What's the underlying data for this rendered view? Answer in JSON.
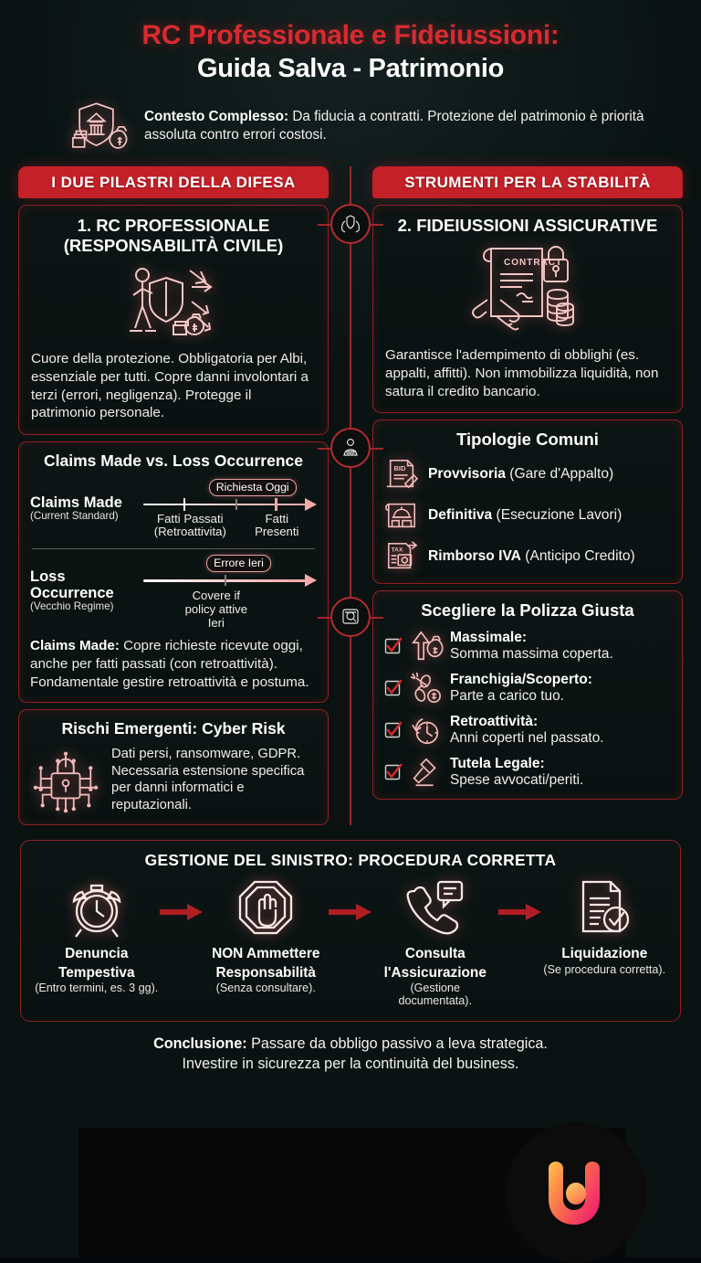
{
  "header": {
    "title_line1": "RC Professionale e Fideiussioni:",
    "title_line2": "Guida Salva - Patrimonio",
    "subhead_bold": "Contesto Complesso:",
    "subhead_rest": " Da fiducia a contratti. Protezione del patrimonio è priorità assoluta contro errori costosi.",
    "shield_icon": "shield-bank-money-icon"
  },
  "left_column": {
    "caption": "I DUE PILASTRI DELLA DIFESA",
    "pillar": {
      "title_line1": "1. RC PROFESSIONALE",
      "title_line2": "(RESPONSABILITÀ CIVILE)",
      "icon": "person-shield-arrows-icon",
      "body": "Cuore della protezione. Obbligatoria per Albi, essenziale per tutti. Copre danni involontari a terzi (errori, negligenza). Protegge il patrimonio personale."
    },
    "claims": {
      "title": "Claims Made vs. Loss Occurrence",
      "rows": [
        {
          "name": "Claims Made",
          "sub": "(Current Standard)",
          "pill": "Richiesta Oggi",
          "tick_labels": [
            "Fatti Passati\n(Retroattivita)",
            "Fatti\nPresenti"
          ]
        },
        {
          "name": "Loss Occurrence",
          "sub": "(Vecchio Regime)",
          "pill": "Errore Ieri",
          "tick_labels": [
            "Covere if\npolicy attive\nIeri"
          ]
        }
      ],
      "note_bold": "Claims Made:",
      "note_rest": " Copre richieste ricevute oggi, anche per fatti passati (con retroattività). Fondamentale gestire retroattività e postuma."
    },
    "cyber": {
      "title": "Rischi Emergenti: Cyber Risk",
      "icon": "cyber-lock-circuit-icon",
      "body": "Dati persi, ransomware, GDPR. Necessaria estensione specifica per danni informatici e reputazionali."
    }
  },
  "right_column": {
    "caption": "STRUMENTI PER LA STABILITÀ",
    "pillar": {
      "title": "2. FIDEIUSSIONI ASSICURATIVE",
      "icon": "contract-handshake-lock-coins-icon",
      "body": "Garantisce l'adempimento di obblighi (es. appalti, affitti). Non immobilizza liquidità, non satura il credito bancario."
    },
    "tipologie": {
      "title": "Tipologie Comuni",
      "items": [
        {
          "icon": "bid-document-icon",
          "bold": "Provvisoria",
          "rest": " (Gare d'Appalto)"
        },
        {
          "icon": "blueprint-helmet-icon",
          "bold": "Definitiva",
          "rest": " (Esecuzione Lavori)"
        },
        {
          "icon": "tax-refund-icon",
          "bold": "Rimborso IVA",
          "rest": " (Anticipo Credito)"
        }
      ]
    },
    "polizza": {
      "title": "Scegliere la Polizza Giusta",
      "items": [
        {
          "icon": "arrow-up-moneybag-icon",
          "bold": "Massimale:",
          "rest": "Somma massima coperta."
        },
        {
          "icon": "scissors-coin-icon",
          "bold": "Franchigia/Scoperto:",
          "rest": "Parte a carico tuo."
        },
        {
          "icon": "clock-rewind-icon",
          "bold": "Retroattività:",
          "rest": "Anni coperti nel passato."
        },
        {
          "icon": "gavel-icon",
          "bold": "Tutela Legale:",
          "rest": "Spese avvocati/periti."
        }
      ]
    }
  },
  "spine_nodes": [
    {
      "icon": "hands-shield-icon"
    },
    {
      "icon": "justice-scales-icon"
    },
    {
      "icon": "magnifier-document-icon"
    }
  ],
  "process": {
    "title": "GESTIONE DEL SINISTRO: PROCEDURA CORRETTA",
    "arrow_icon": "arrow-right-icon",
    "steps": [
      {
        "icon": "alarm-clock-icon",
        "name_line1": "Denuncia",
        "name_line2": "Tempestiva",
        "sub": "(Entro termini, es. 3 gg)."
      },
      {
        "icon": "stop-hand-icon",
        "name_line1": "NON Ammettere",
        "name_line2": "Responsabilità",
        "sub": "(Senza consultare)."
      },
      {
        "icon": "phone-chat-icon",
        "name_line1": "Consulta",
        "name_line2": "l'Assicurazione",
        "sub": "(Gestione documentata)."
      },
      {
        "icon": "document-check-icon",
        "name_line1": "Liquidazione",
        "name_line2": "",
        "sub": "(Se procedura corretta)."
      }
    ]
  },
  "conclusion": {
    "bold": "Conclusione:",
    "rest": " Passare da obbligo passivo a leva strategica.",
    "line2": "Investire in sicurezza per la continuità del business."
  },
  "footer": {
    "logo_icon": "brand-u-logo"
  },
  "colors": {
    "background": "#0a1312",
    "accent_red": "#c42027",
    "title_red": "#d62b30",
    "border_red": "#8e1f24",
    "text_white": "#ffffff",
    "logo_yellow": "#ffc24a",
    "logo_pink": "#f0246e"
  }
}
